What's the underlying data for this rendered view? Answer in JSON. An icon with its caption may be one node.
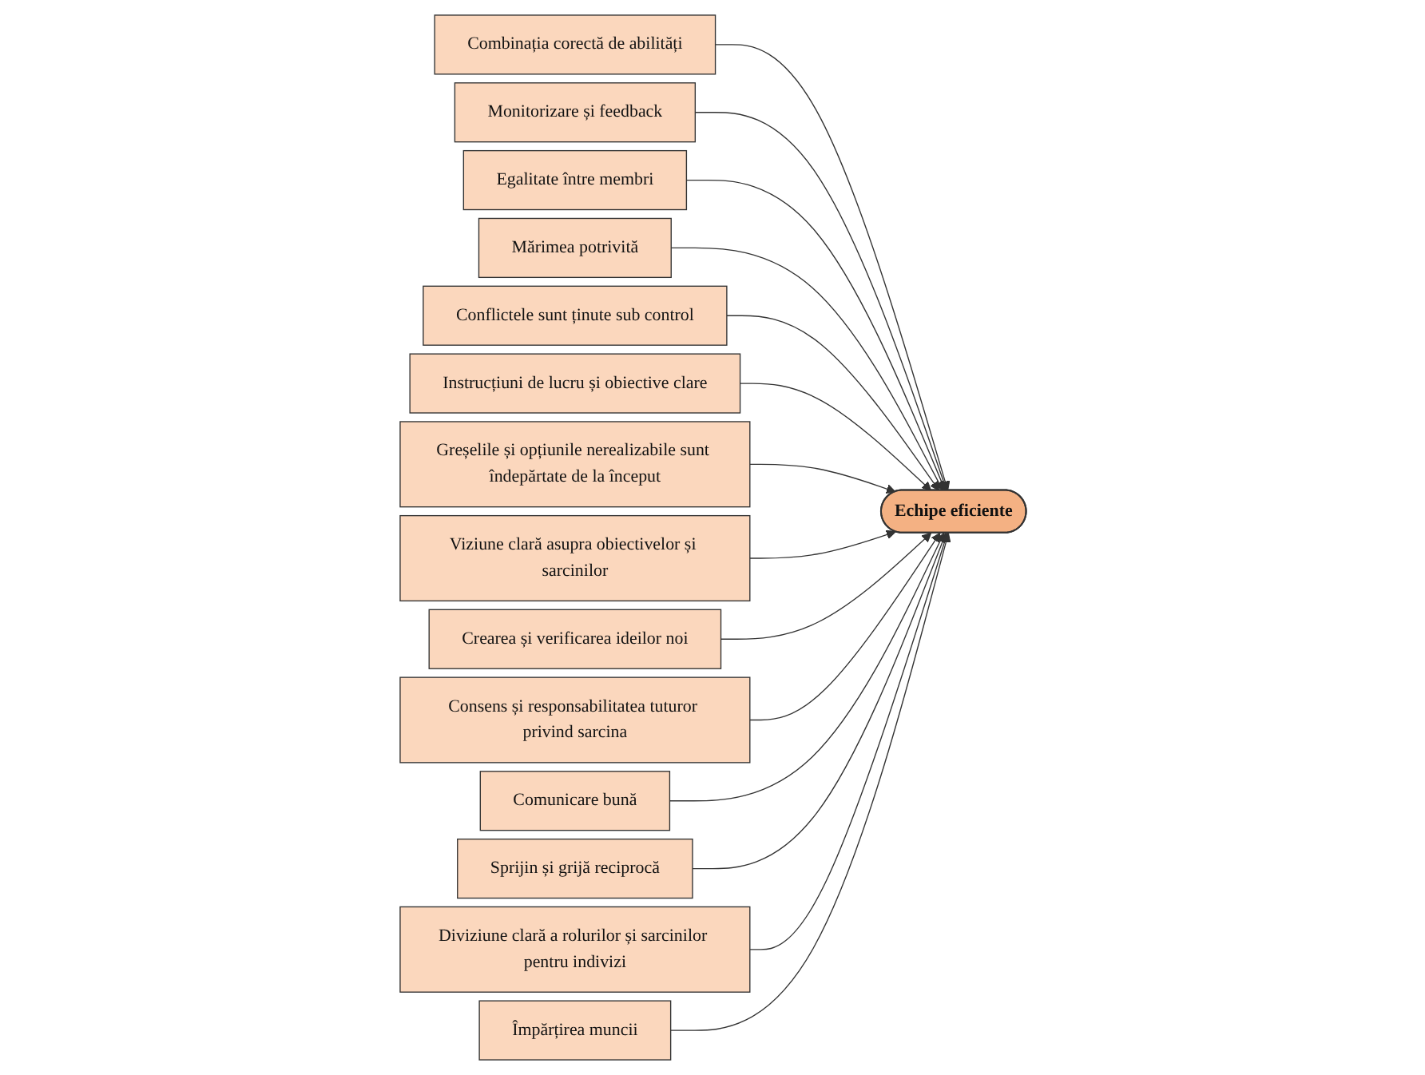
{
  "diagram": {
    "nodes": [
      {
        "text": [
          "Combinația corectă de abilități"
        ]
      },
      {
        "text": [
          "Monitorizare și feedback"
        ]
      },
      {
        "text": [
          "Egalitate între membri"
        ]
      },
      {
        "text": [
          "Mărimea potrivită"
        ]
      },
      {
        "text": [
          "Conflictele sunt ținute sub control"
        ]
      },
      {
        "text": [
          "Instrucțiuni de lucru și obiective clare"
        ]
      },
      {
        "text": [
          "Greșelile și opțiunile nerealizabile sunt îndepărtate de la început"
        ]
      },
      {
        "text": [
          "Echipe eficiente"
        ]
      },
      {
        "text": [
          "Viziune clară asupra obiectivelor și sarcinilor"
        ]
      },
      {
        "text": [
          "Crearea și verificarea ideilor noi"
        ]
      },
      {
        "text": [
          "Consens și responsabilitatea tuturor privind sarcina"
        ]
      },
      {
        "text": [
          "Comunicare bună"
        ]
      },
      {
        "text": [
          "Sprijin și grijă reciprocă"
        ]
      },
      {
        "text": [
          "Diviziune clară a rolurilor și sarcinilor pentru indivizi"
        ]
      },
      {
        "text": [
          "Împărțirea muncii"
        ]
      }
    ],
    "edges": [
      {
        "from": 0,
        "to": 7,
        "arrow": "to"
      },
      {
        "from": 1,
        "to": 7,
        "arrow": "to"
      },
      {
        "from": 2,
        "to": 7,
        "arrow": "to"
      },
      {
        "from": 3,
        "to": 7,
        "arrow": "to"
      },
      {
        "from": 4,
        "to": 7,
        "arrow": "to"
      },
      {
        "from": 5,
        "to": 7,
        "arrow": "to"
      },
      {
        "from": 6,
        "to": 7,
        "arrow": "to"
      },
      {
        "from": 8,
        "to": 7,
        "arrow": "to"
      },
      {
        "from": 9,
        "to": 7,
        "arrow": "to"
      },
      {
        "from": 10,
        "to": 7,
        "arrow": "to"
      },
      {
        "from": 11,
        "to": 7,
        "arrow": "to"
      },
      {
        "from": 12,
        "to": 7,
        "arrow": "to"
      },
      {
        "from": 13,
        "to": 7,
        "arrow": "to"
      },
      {
        "from": 14,
        "to": 7,
        "arrow": "to"
      }
    ]
  }
}
